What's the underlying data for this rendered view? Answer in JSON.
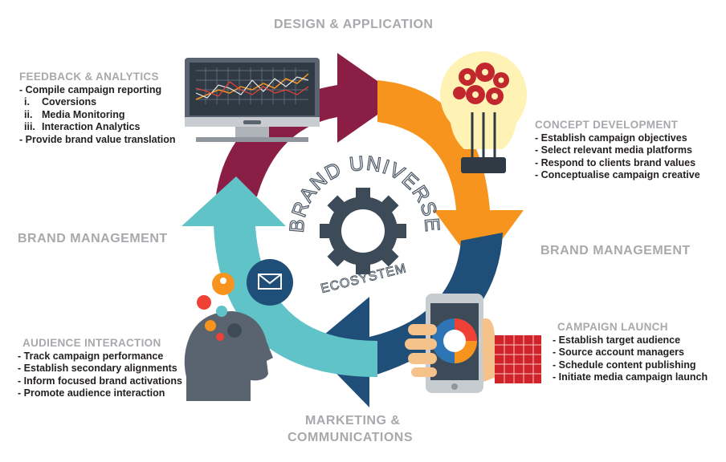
{
  "titles": {
    "top": "DESIGN & APPLICATION",
    "left": "BRAND MANAGEMENT",
    "right": "BRAND MANAGEMENT",
    "bottom_line1": "MARKETING &",
    "bottom_line2": "COMMUNICATIONS"
  },
  "center": {
    "arc_text": "BRAND UNIVERSE",
    "sub_text": "ECOSYSTEM"
  },
  "sections": {
    "feedback": {
      "title": "FEEDBACK & ANALYTICS",
      "items": [
        {
          "marker": "-",
          "text": "Compile campaign reporting"
        },
        {
          "marker": "i.",
          "text": "Coversions"
        },
        {
          "marker": "ii.",
          "text": "Media Monitoring"
        },
        {
          "marker": "iii.",
          "text": "Interaction Analytics"
        },
        {
          "marker": "-",
          "text": "Provide brand value translation"
        }
      ]
    },
    "concept": {
      "title": "CONCEPT DEVELOPMENT",
      "items": [
        {
          "marker": "-",
          "text": "Establish campaign objectives"
        },
        {
          "marker": "-",
          "text": "Select relevant media platforms"
        },
        {
          "marker": "-",
          "text": "Respond to clients brand values"
        },
        {
          "marker": "-",
          "text": "Conceptualise campaign creative"
        }
      ]
    },
    "audience": {
      "title": "AUDIENCE INTERACTION",
      "items": [
        {
          "marker": "-",
          "text": "Track campaign performance"
        },
        {
          "marker": "-",
          "text": "Establish secondary alignments"
        },
        {
          "marker": "-",
          "text": "Inform focused brand activations"
        },
        {
          "marker": "-",
          "text": "Promote audience interaction"
        }
      ]
    },
    "launch": {
      "title": "CAMPAIGN LAUNCH",
      "items": [
        {
          "marker": "-",
          "text": "Establish target audience"
        },
        {
          "marker": "-",
          "text": "Source account managers"
        },
        {
          "marker": "-",
          "text": "Schedule content publishing"
        },
        {
          "marker": "-",
          "text": "Initiate media campaign launch"
        }
      ]
    }
  },
  "colors": {
    "maroon": "#8b1e45",
    "orange": "#f7941d",
    "navy": "#1f4e79",
    "teal": "#5fc3c7",
    "gear": "#3d4a57",
    "heading_gray": "#a7a9ac",
    "text_dark": "#231f20"
  },
  "icons": [
    "monitor-chart-icon",
    "lightbulb-brain-icon",
    "smartphone-hand-icon",
    "head-silhouette-icon",
    "envelope-icon",
    "gear-icon"
  ]
}
